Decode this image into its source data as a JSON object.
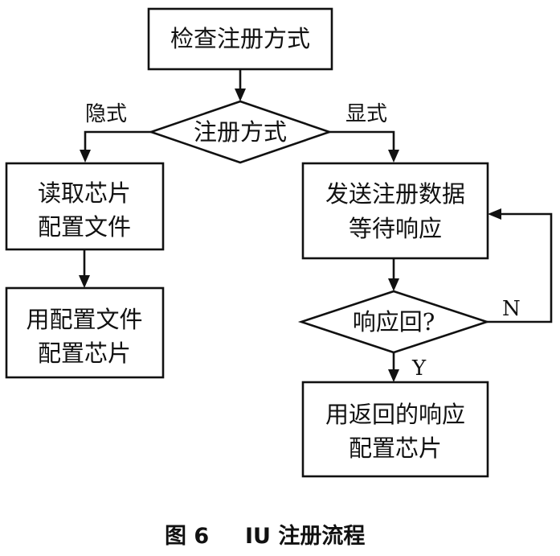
{
  "nodes": {
    "start": "检查注册方式",
    "decision_mode": "注册方式",
    "implicit_step1": [
      "读取芯片",
      "配置文件"
    ],
    "implicit_step2": [
      "用配置文件",
      "配置芯片"
    ],
    "explicit_step1": [
      "发送注册数据",
      "等待响应"
    ],
    "decision_response": "响应回?",
    "explicit_step2": [
      "用返回的响应",
      "配置芯片"
    ]
  },
  "edge_labels": {
    "implicit": "隐式",
    "explicit": "显式",
    "no": "N",
    "yes": "Y"
  },
  "caption": {
    "figure": "图 6",
    "title": "IU 注册流程"
  }
}
